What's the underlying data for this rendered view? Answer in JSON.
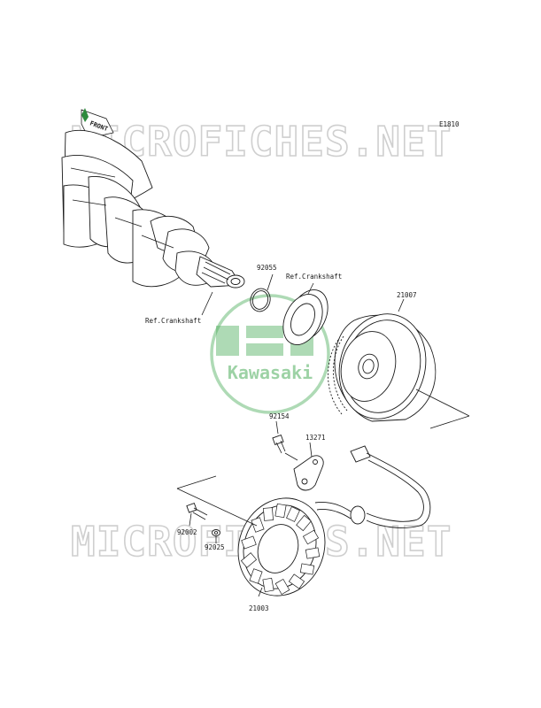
{
  "diagram_code": "E1810",
  "front_label": "FRONT",
  "watermark": {
    "text": "MICROFICHES.NET",
    "logo_text": "Kawasaki",
    "logo_color": "#3aa54a"
  },
  "parts": {
    "p92055": "92055",
    "ref_crank_1": "Ref.Crankshaft",
    "ref_crank_2": "Ref.Crankshaft",
    "p21007": "21007",
    "p92154": "92154",
    "p13271": "13271",
    "p92002": "92002",
    "p92025": "92025",
    "p21003": "21003"
  },
  "colors": {
    "line": "#1a1a1a",
    "front_tag": "#2e8b3e"
  }
}
